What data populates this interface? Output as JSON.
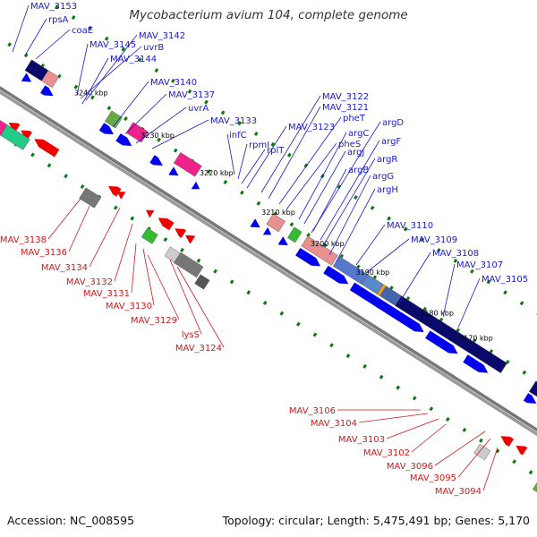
{
  "title": "Mycobacterium avium 104, complete genome",
  "footer": {
    "accession": "Accession: NC_008595",
    "topology": "Topology: circular; Length: 5,475,491 bp; Genes: 5,170"
  },
  "colors": {
    "top_strand_label": "#1a1acc",
    "bottom_strand_label": "#cc1a1a",
    "backbone": "#888888",
    "cds_top": "#0000ee",
    "cds_bottom": "#ee0000"
  },
  "ticks": [
    "3240 kbp",
    "3230 kbp",
    "3220 kbp",
    "3210 kbp",
    "3200 kbp",
    "3190 kbp",
    "3180 kbp",
    "3170 kbp"
  ],
  "top_labels": [
    "MAV_3153",
    "rpsA",
    "coaE",
    "MAV_3145",
    "uvrB",
    "MAV_3142",
    "MAV_3144",
    "MAV_3140",
    "MAV_3137",
    "uvrA",
    "MAV_3133",
    "infC",
    "rpmI",
    "rplT",
    "MAV_3123",
    "MAV_3122",
    "MAV_3121",
    "pheT",
    "pheS",
    "argC",
    "argD",
    "argF",
    "argJ",
    "argB",
    "argR",
    "argG",
    "argH",
    "MAV_3110",
    "MAV_3109",
    "MAV_3108",
    "MAV_3107",
    "MAV_3105"
  ],
  "bottom_labels": [
    "MAV_3138",
    "MAV_3136",
    "MAV_3134",
    "MAV_3132",
    "MAV_3131",
    "MAV_3130",
    "MAV_3129",
    "lysS",
    "MAV_3124",
    "MAV_3106",
    "MAV_3104",
    "MAV_3103",
    "MAV_3102",
    "MAV_3096",
    "MAV_3095",
    "MAV_3094"
  ]
}
